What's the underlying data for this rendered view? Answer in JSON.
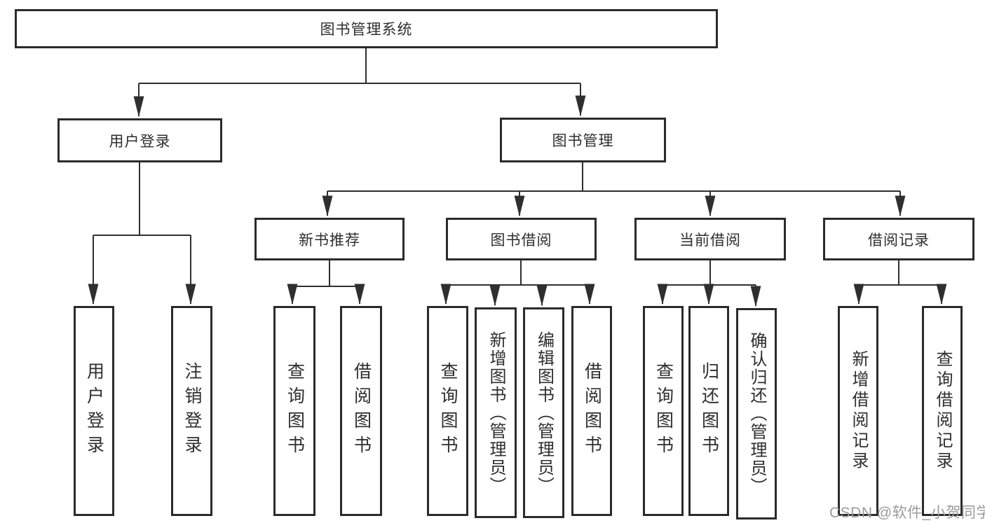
{
  "diagram_title": "图书管理系统",
  "tree": {
    "root": {
      "label": "图书管理系统",
      "children": [
        {
          "label": "用户登录",
          "children": [
            {
              "label": "用户登录"
            },
            {
              "label": "注销登录"
            }
          ]
        },
        {
          "label": "图书管理",
          "children": [
            {
              "label": "新书推荐",
              "children": [
                {
                  "label": "查询图书"
                },
                {
                  "label": "借阅图书"
                }
              ]
            },
            {
              "label": "图书借阅",
              "children": [
                {
                  "label": "查询图书"
                },
                {
                  "label": "新增图书（管理员）"
                },
                {
                  "label": "编辑图书（管理员）"
                },
                {
                  "label": "借阅图书"
                }
              ]
            },
            {
              "label": "当前借阅",
              "children": [
                {
                  "label": "查询图书"
                },
                {
                  "label": "归还图书"
                },
                {
                  "label": "确认归还（管理员）"
                }
              ]
            },
            {
              "label": "借阅记录",
              "children": [
                {
                  "label": "新增借阅记录"
                },
                {
                  "label": "查询借阅记录"
                }
              ]
            }
          ]
        }
      ]
    }
  },
  "watermark": {
    "text": "CSDN @软件_小贺同学",
    "color": "#9b9b9b"
  },
  "colors": {
    "line": "#2f2f2f",
    "box_border": "#2b2b2b",
    "text": "#2e2e2e",
    "background": "#ffffff"
  }
}
